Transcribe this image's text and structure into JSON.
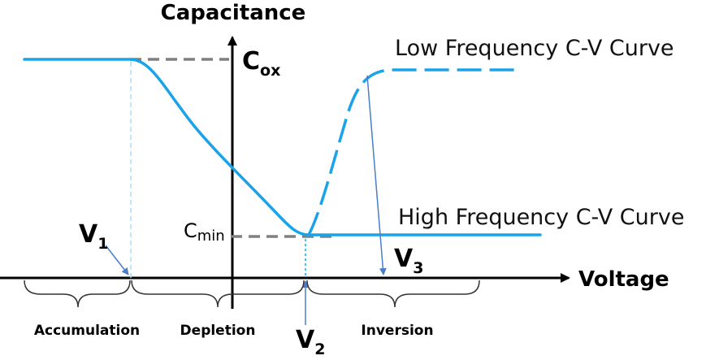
{
  "axes": {
    "y_label": "Capacitance",
    "x_label": "Voltage"
  },
  "levels": {
    "cox": {
      "main": "C",
      "sub": "ox"
    },
    "cmin": {
      "main": "C",
      "sub": "min"
    }
  },
  "curves": {
    "low_frequency": "Low Frequency C-V Curve",
    "high_frequency": "High Frequency C-V Curve"
  },
  "voltages": {
    "v1": {
      "main": "V",
      "sub": "1"
    },
    "v2": {
      "main": "V",
      "sub": "2"
    },
    "v3": {
      "main": "V",
      "sub": "3"
    }
  },
  "regions": {
    "accumulation": "Accumulation",
    "depletion": "Depletion",
    "inversion": "Inversion"
  },
  "colors": {
    "curve": "#1aa3e8",
    "guide": "#808080",
    "pointer": "#4a7ec8",
    "axis": "#000000"
  }
}
